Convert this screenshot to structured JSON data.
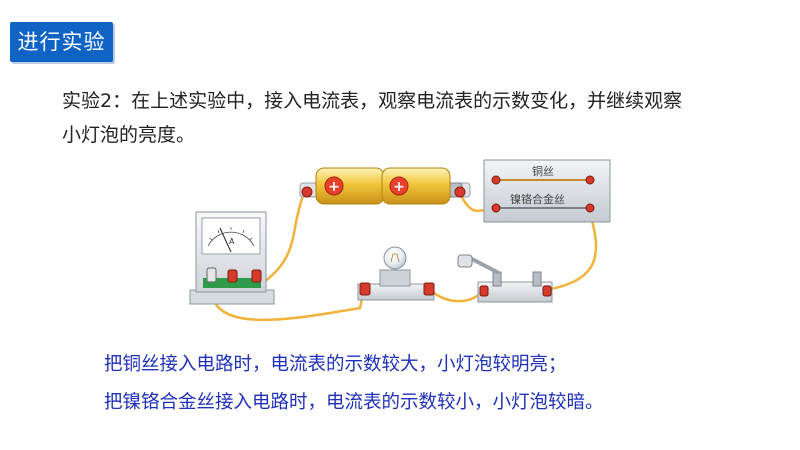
{
  "header": {
    "tag": "进行实验"
  },
  "intro": {
    "line1": "实验2：在上述实验中，接入电流表，观察电流表的示数变化，并继续观察",
    "line2": "小灯泡的亮度。"
  },
  "diagram": {
    "wire_copper_label": "铜丝",
    "wire_alloy_label": "镍铬合金丝",
    "ammeter_letter": "A"
  },
  "results": {
    "line1": "把铜丝接入电路时，电流表的示数较大，小灯泡较明亮；",
    "line2": "把镍铬合金丝接入电路时，电流表的示数较小，小灯泡较暗。"
  }
}
